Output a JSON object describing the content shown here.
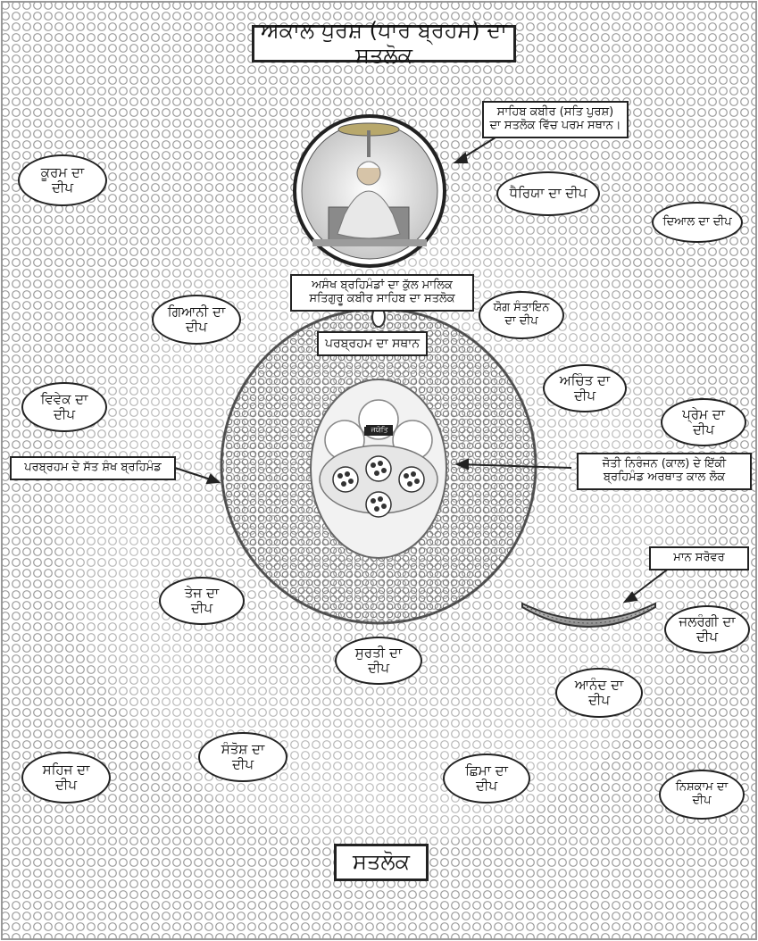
{
  "title": "ਅਕਾਲ ਪੁਰਸ਼ (ਪਾਰ ਬ੍ਰਹਮ) ਦਾ ਸਤਲੋਕ",
  "footer": "ਸਤਲੋਕ",
  "callouts": {
    "sahib_kabir": [
      "ਸਾਹਿਬ ਕਬੀਰ (ਸਤਿ ਪੁਰਸ਼)",
      "ਦਾ ਸਤਲੋਕ ਵਿੱਚ ਪਰਮ ਸਥਾਨ।"
    ],
    "asankh_brahmand": [
      "ਅਸੰਖ ਬ੍ਰਹਿਮੰਡਾਂ ਦਾ ਕੁੱਲ ਮਾਲਿਕ",
      "ਸਤਿਗੁਰੂ ਕਬੀਰ ਸਾਹਿਬ ਦਾ ਸਤਲੋਕ"
    ],
    "parbrahm_sthan": "ਪਰਬ੍ਰਹਮ ਦਾ ਸਥਾਨ",
    "parbrahm_sat_sankh": "ਪਰਬ੍ਰਹਮ ਦੇ ਸੱਤ ਸ਼ੰਖ ਬ੍ਰਹਿਮੰਡ",
    "jyoti_niranjan": [
      "ਜੋਤੀ ਨਿਰੰਜਨ (ਕਾਲ) ਦੇ ਇੱਕੀ",
      "ਬ੍ਰਹਿਮੰਡ ਅਰਥਾਤ ਕਾਲ ਲੋਕ"
    ],
    "maan_sarovar": "ਮਾਨ ਸਰੋਵਰ"
  },
  "islands": [
    {
      "key": "kurm",
      "lines": [
        "ਕੂਰਮ ਦਾ",
        "ਦੀਪ"
      ]
    },
    {
      "key": "dhairya",
      "lines": [
        "ਧੈਰਿਯਾ ਦਾ ਦੀਪ"
      ]
    },
    {
      "key": "dayal",
      "lines": [
        "ਦਿਆਲ ਦਾ ਦੀਪ"
      ]
    },
    {
      "key": "gyani",
      "lines": [
        "ਗਿਆਨੀ ਦਾ",
        "ਦੀਪ"
      ]
    },
    {
      "key": "yog_santayan",
      "lines": [
        "ਯੋਗ ਸੰਤਾਇਨ",
        "ਦਾ ਦੀਪ"
      ]
    },
    {
      "key": "achint",
      "lines": [
        "ਅਚਿੰਤ ਦਾ",
        "ਦੀਪ"
      ]
    },
    {
      "key": "vivek",
      "lines": [
        "ਵਿਵੇਕ ਦਾ",
        "ਦੀਪ"
      ]
    },
    {
      "key": "prem",
      "lines": [
        "ਪ੍ਰੇਮ ਦਾ",
        "ਦੀਪ"
      ]
    },
    {
      "key": "tej",
      "lines": [
        "ਤੇਜ ਦਾ",
        "ਦੀਪ"
      ]
    },
    {
      "key": "surti",
      "lines": [
        "ਸੁਰਤੀ ਦਾ",
        "ਦੀਪ"
      ]
    },
    {
      "key": "jalrangi",
      "lines": [
        "ਜਲਰੰਗੀ ਦਾ",
        "ਦੀਪ"
      ]
    },
    {
      "key": "anand",
      "lines": [
        "ਆਨੰਦ ਦਾ",
        "ਦੀਪ"
      ]
    },
    {
      "key": "santosh",
      "lines": [
        "ਸੰਤੋਸ਼ ਦਾ",
        "ਦੀਪ"
      ]
    },
    {
      "key": "sahaj",
      "lines": [
        "ਸਹਿਜ ਦਾ",
        "ਦੀਪ"
      ]
    },
    {
      "key": "chhima",
      "lines": [
        "ਛਿਮਾ ਦਾ",
        "ਦੀਪ"
      ]
    },
    {
      "key": "nishkam",
      "lines": [
        "ਨਿਸ਼ਕਾਮ ਦਾ",
        "ਦੀਪ"
      ]
    }
  ],
  "inner_badge": "ਜਯੋਤਿ",
  "colors": {
    "border": "#222222",
    "ring": "#555555",
    "pattern": "#9a9a9a",
    "background": "#ffffff"
  }
}
